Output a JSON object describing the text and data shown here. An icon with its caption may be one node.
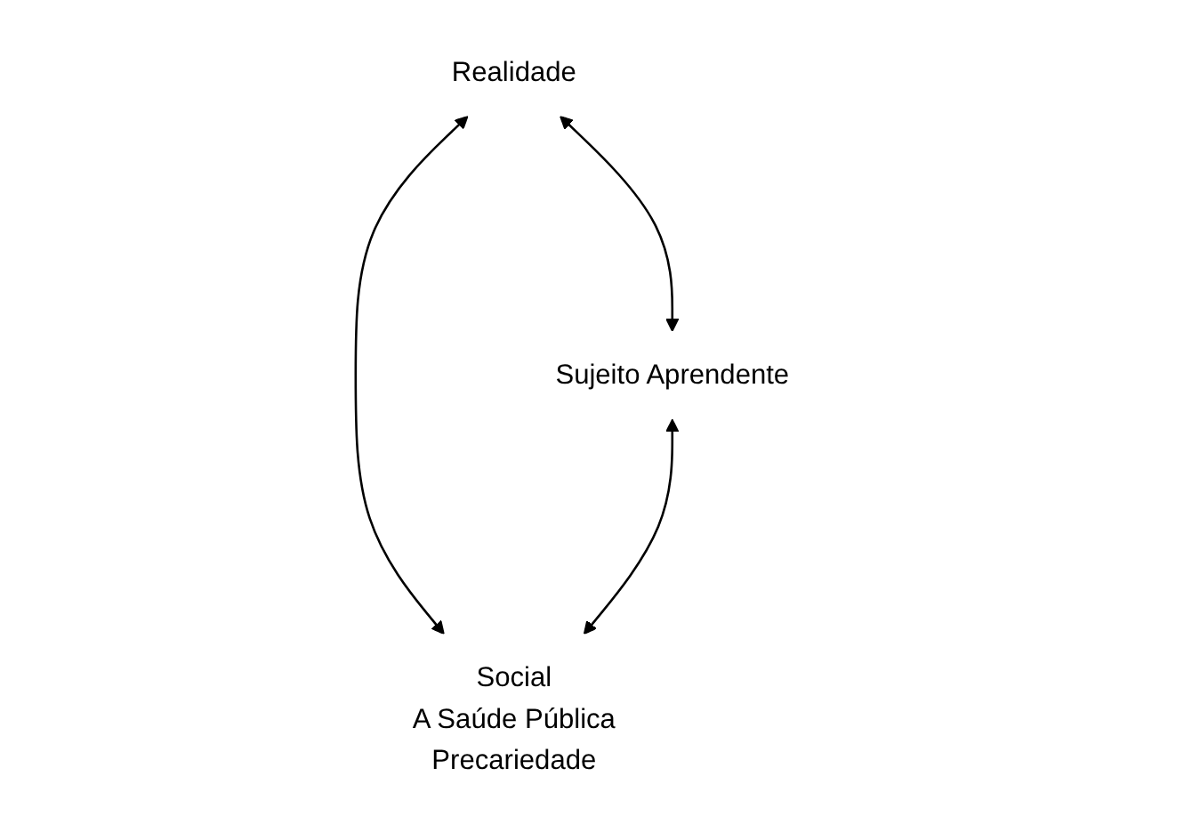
{
  "diagram": {
    "nodes": [
      {
        "text": [
          "Realidade"
        ]
      },
      {
        "text": [
          "Sujeito Aprendente"
        ]
      },
      {
        "text": [
          "Social",
          "A Saúde Pública",
          "Precariedade"
        ]
      }
    ],
    "edges": [
      {
        "from": 0,
        "to": 1,
        "arrow": "both"
      },
      {
        "from": 0,
        "to": 2,
        "arrow": "both"
      },
      {
        "from": 1,
        "to": 2,
        "arrow": "both"
      }
    ]
  }
}
